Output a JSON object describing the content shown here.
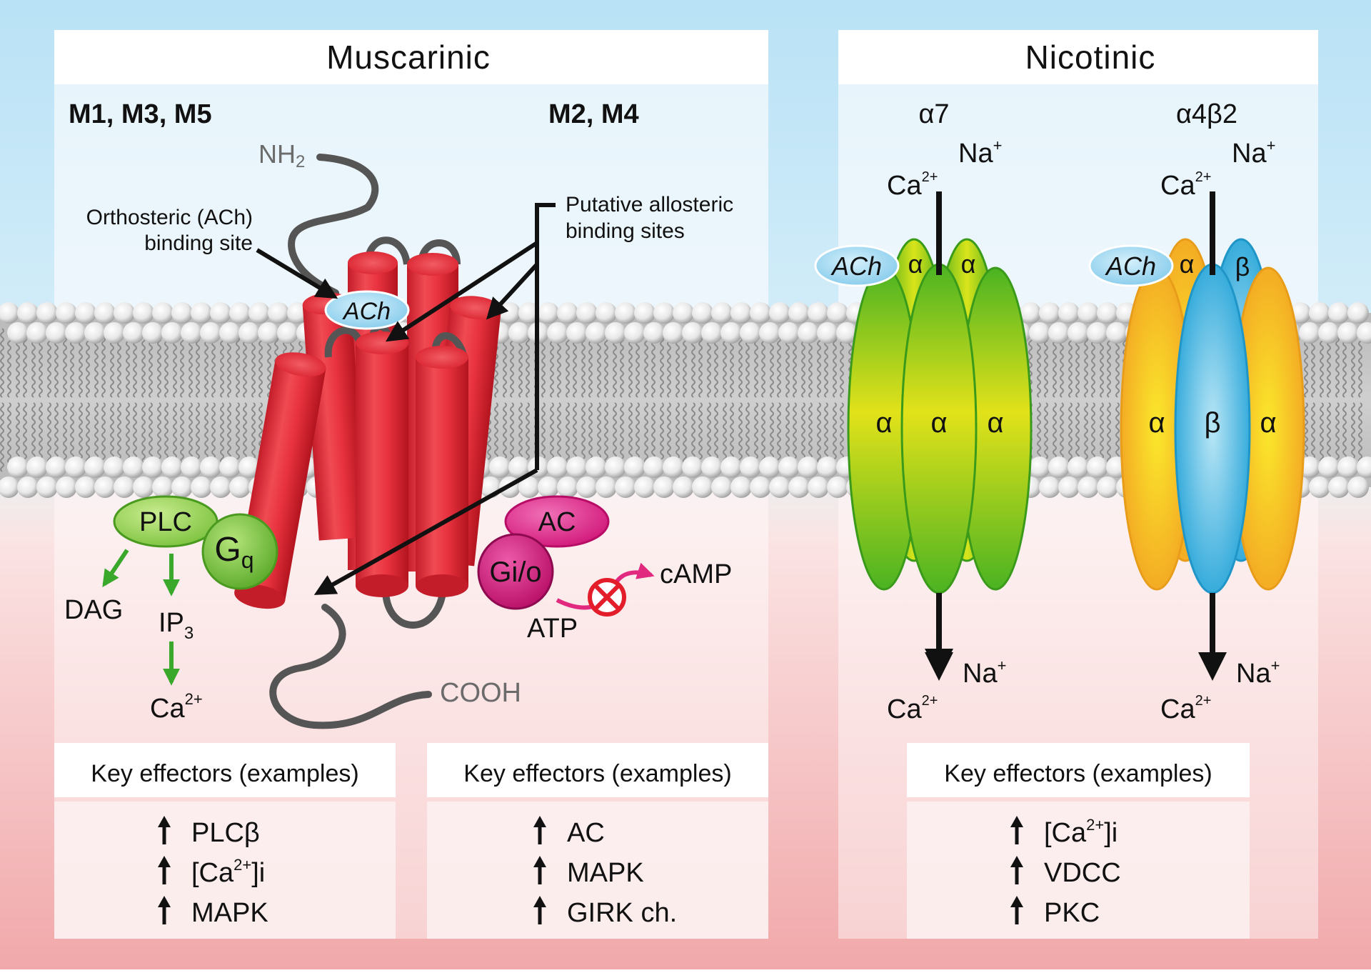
{
  "panels": {
    "muscarinic": {
      "title": "Muscarinic",
      "left_subtypes": "M1, M3, M5",
      "right_subtypes": "M2, M4"
    },
    "nicotinic": {
      "title": "Nicotinic",
      "receptor_a": "α7",
      "receptor_b": "α4β2"
    }
  },
  "labels": {
    "nh2": "NH",
    "nh2_sub": "2",
    "cooh": "COOH",
    "orthosteric_line1": "Orthosteric (ACh)",
    "orthosteric_line2": "binding site",
    "allosteric_line1": "Putative allosteric",
    "allosteric_line2": "binding sites",
    "ach": "ACh",
    "plc": "PLC",
    "gq": "G",
    "gq_sub": "q",
    "dag": "DAG",
    "ip3": "IP",
    "ip3_sub": "3",
    "ca": "Ca",
    "ca_sup": "2+",
    "ac": "AC",
    "gio": "Gi/o",
    "atp": "ATP",
    "camp": "cAMP",
    "na": "Na",
    "na_sup": "+",
    "alpha": "α",
    "beta": "β"
  },
  "effector_boxes": [
    {
      "heading": "Key effectors (examples)",
      "items": [
        {
          "arrow": "🠕",
          "text": "PLCβ",
          "sup": "",
          "after": ""
        },
        {
          "arrow": "🠕",
          "text": "[Ca",
          "sup": "2+",
          "after": "]i"
        },
        {
          "arrow": "🠕",
          "text": "MAPK",
          "sup": "",
          "after": ""
        }
      ]
    },
    {
      "heading": "Key effectors (examples)",
      "items": [
        {
          "arrow": "🠕",
          "text": "AC",
          "sup": "",
          "after": ""
        },
        {
          "arrow": "🠕",
          "text": "MAPK",
          "sup": "",
          "after": ""
        },
        {
          "arrow": "🠕",
          "text": "GIRK ch.",
          "sup": "",
          "after": ""
        }
      ]
    },
    {
      "heading": "Key effectors (examples)",
      "items": [
        {
          "arrow": "🠕",
          "text": "[Ca",
          "sup": "2+",
          "after": "]i"
        },
        {
          "arrow": "🠕",
          "text": "VDCC",
          "sup": "",
          "after": ""
        },
        {
          "arrow": "🠕",
          "text": "PKC",
          "sup": "",
          "after": ""
        }
      ]
    }
  ],
  "colors": {
    "receptor_red": "#e8333f",
    "plc_green": "#8fd14f",
    "gi_magenta": "#d81b7e",
    "ach_blue": "#8fd3f0",
    "alpha_green": "#6cc524",
    "alpha_yellow": "#f5b823",
    "beta_blue": "#35b4e0"
  }
}
